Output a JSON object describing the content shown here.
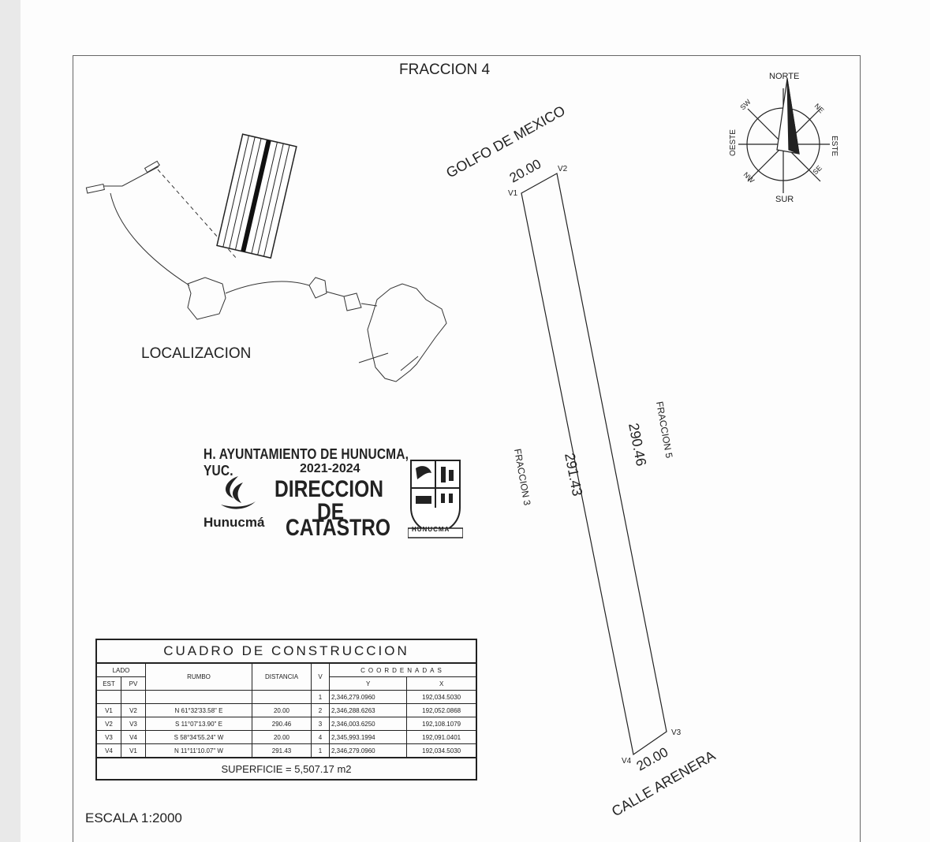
{
  "plan": {
    "title": "FRACCION 4",
    "location_label": "LOCALIZACION",
    "scale": "ESCALA 1:2000",
    "north": "NORTE",
    "south": "SUR",
    "east": "ESTE",
    "west": "OESTE",
    "ne": "NE",
    "nw": "NW",
    "se": "SE",
    "sw": "SW",
    "gulf": "GOLFO DE MEXICO",
    "street": "CALLE ARENERA",
    "left_neighbor": "FRACCION 3",
    "right_neighbor": "FRACCION 5",
    "side_top": "20.00",
    "side_bottom": "20.00",
    "side_left": "291.43",
    "side_right": "290.46",
    "v1": "V1",
    "v2": "V2",
    "v3": "V3",
    "v4": "V4"
  },
  "stamp": {
    "line1": "H. AYUNTAMIENTO DE HUNUCMA, YUC.",
    "line2": "2021-2024",
    "big1": "DIRECCION",
    "big2": "DE",
    "big3": "CATASTRO",
    "brand": "Hunucmá",
    "crest_text": "HUNUCMA"
  },
  "table": {
    "title": "CUADRO DE CONSTRUCCION",
    "h_lado": "LADO",
    "h_est": "EST",
    "h_pv": "PV",
    "h_rumbo": "RUMBO",
    "h_distancia": "DISTANCIA",
    "h_v": "V",
    "h_coordenadas": "COORDENADAS",
    "h_y": "Y",
    "h_x": "X",
    "rows": [
      {
        "est": "",
        "pv": "",
        "rumbo": "",
        "dist": "",
        "v": "1",
        "y": "2,346,279.0960",
        "x": "192,034.5030"
      },
      {
        "est": "V1",
        "pv": "V2",
        "rumbo": "N 61°32'33.58\" E",
        "dist": "20.00",
        "v": "2",
        "y": "2,346,288.6263",
        "x": "192,052.0868"
      },
      {
        "est": "V2",
        "pv": "V3",
        "rumbo": "S 11°07'13.90\" E",
        "dist": "290.46",
        "v": "3",
        "y": "2,346,003.6250",
        "x": "192,108.1079"
      },
      {
        "est": "V3",
        "pv": "V4",
        "rumbo": "S 58°34'55.24\" W",
        "dist": "20.00",
        "v": "4",
        "y": "2,345,993.1994",
        "x": "192,091.0401"
      },
      {
        "est": "V4",
        "pv": "V1",
        "rumbo": "N 11°11'10.07\" W",
        "dist": "291.43",
        "v": "1",
        "y": "2,346,279.0960",
        "x": "192,034.5030"
      }
    ],
    "surface": "SUPERFICIE = 5,507.17 m2"
  }
}
